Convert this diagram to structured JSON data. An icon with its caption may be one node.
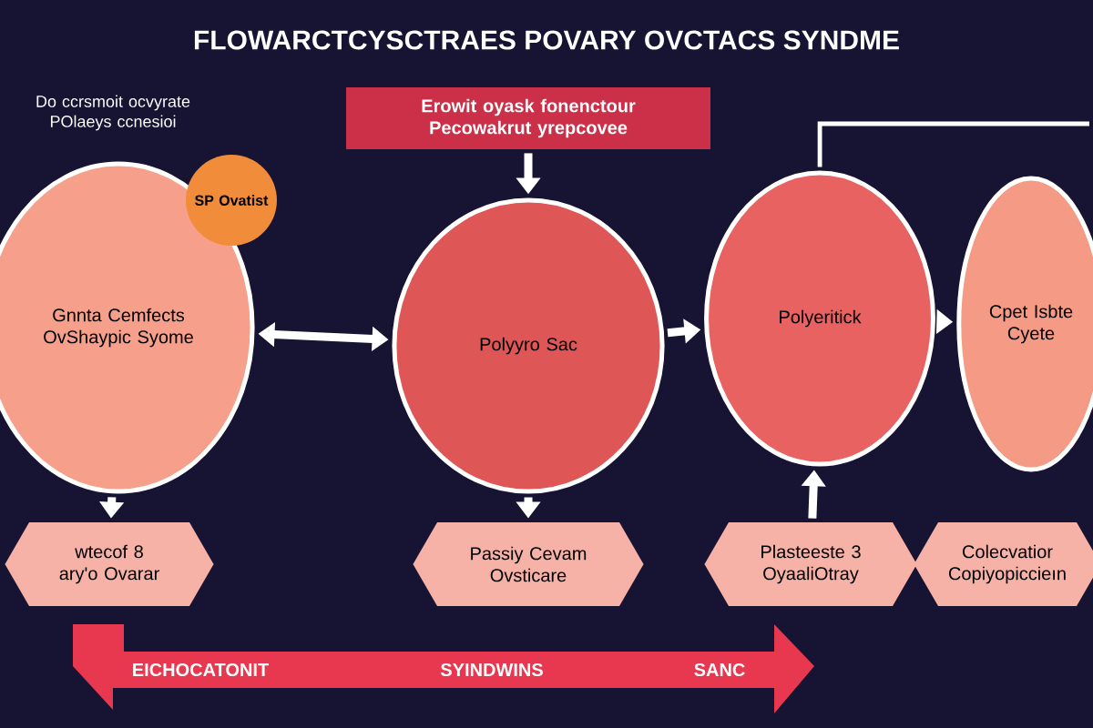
{
  "diagram": {
    "title": "FLOWARCTCYSCTRAES POVARY OVCTACS SYNDME",
    "nodes": [
      {
        "text": [
          "Erowit oyask fonenctour Pecowakrut yrepcovee"
        ]
      },
      {
        "text": [
          "Gnnta Cemfects OvShaypic Syome"
        ]
      },
      {
        "text": [
          "SP Ovatist"
        ]
      },
      {
        "text": [
          "Polyyro Sac"
        ]
      },
      {
        "text": [
          "Polyeritick"
        ]
      },
      {
        "text": [
          "Cpet Isbte Cyete"
        ]
      },
      {
        "text": [
          "wtecof 8 ary'o Ovarar"
        ]
      },
      {
        "text": [
          "Passiy Cevam Ovsticare"
        ]
      },
      {
        "text": [
          "Plasteeste 3 OyaaliOtray"
        ]
      },
      {
        "text": [
          "Colecvatior Copiyopiccieın"
        ]
      }
    ],
    "edges": [
      {
        "from": 0,
        "to": 3,
        "arrow": "to"
      },
      {
        "from": 1,
        "to": 3,
        "arrow": "both"
      },
      {
        "from": 3,
        "to": 4,
        "arrow": "to"
      },
      {
        "from": 4,
        "to": 5,
        "arrow": "to"
      },
      {
        "from": 4,
        "to": null,
        "arrow": "none"
      },
      {
        "from": 1,
        "to": 6,
        "arrow": "to"
      },
      {
        "from": 3,
        "to": 7,
        "arrow": "to"
      },
      {
        "from": 8,
        "to": 4,
        "arrow": "to"
      }
    ],
    "labels": [
      "Do ccrsmoit ocvyrate POlaeys ccnesioi",
      "EICHOCATONIT",
      "SYINDWINS",
      "SANC"
    ]
  }
}
